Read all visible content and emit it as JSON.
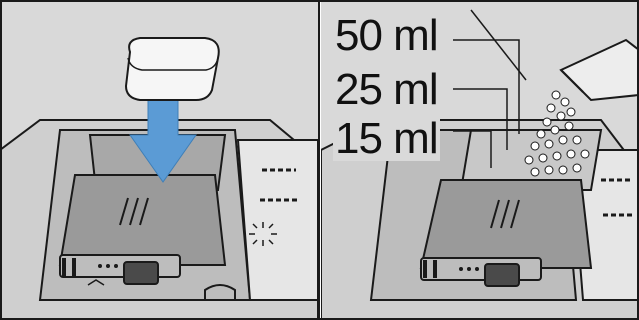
{
  "diagram": {
    "left_panel": {
      "step": "place-tablet",
      "items": [
        "detergent-tablet",
        "down-arrow",
        "detergent-dispenser",
        "rinse-aid-compartment"
      ]
    },
    "right_panel": {
      "step": "dose-powder",
      "volume_labels": [
        "50 ml",
        "25 ml",
        "15 ml"
      ],
      "items": [
        "powder-packet",
        "powder-granules",
        "detergent-dispenser"
      ]
    },
    "colors": {
      "background": "#d9d9d9",
      "arrow": "#5b9bd5",
      "outline": "#1a1a1a",
      "dispenser": "#9a9a9a"
    }
  }
}
